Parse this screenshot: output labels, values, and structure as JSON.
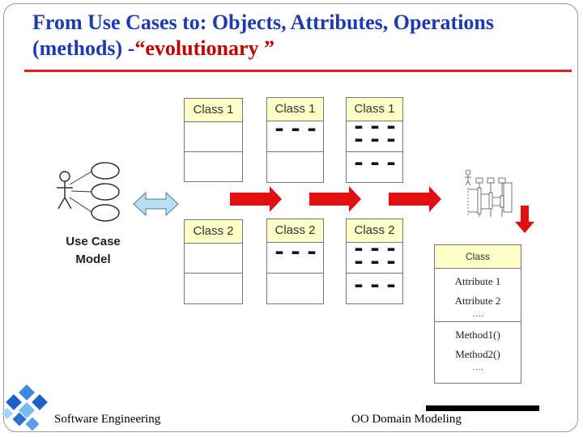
{
  "slide": {
    "title_part1": "From Use Cases to: Objects, Attributes, Operations (methods) -",
    "title_part2": "“evolutionary ”"
  },
  "diagram": {
    "use_case_label_line1": "Use Case",
    "use_case_label_line2": "Model",
    "class1_label": "Class 1",
    "class2_label": "Class 2",
    "dash_row": "---",
    "class_box": {
      "header": "Class",
      "attribute1": "Attribute 1",
      "attribute2": "Attribute 2",
      "ellipsis": "….",
      "method1": "Method1()",
      "method2": "Method2()"
    }
  },
  "footer": {
    "left": "Software Engineering",
    "right": "OO Domain  Modeling"
  },
  "colors": {
    "title_blue": "#1e3ab0",
    "accent_red": "#c00000",
    "arrow_red": "#e01010",
    "class_header_yellow": "#ffffc8",
    "double_arrow_blue": "#b8e0f0"
  }
}
